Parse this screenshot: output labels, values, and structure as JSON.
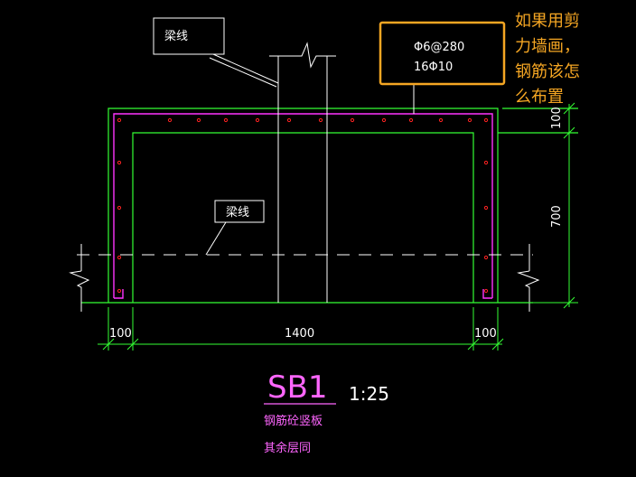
{
  "labels": {
    "beam_line_top": "梁线",
    "beam_line_mid": "梁线",
    "rebar_spec_1": "Φ6@280",
    "rebar_spec_2": "16Φ10",
    "dim_top": "100",
    "dim_side": "700",
    "dim_left": "100",
    "dim_mid": "1400",
    "dim_right": "100",
    "title": "SB1",
    "scale": "1:25",
    "subtitle_1": "钢筋砼竖板",
    "subtitle_2": "其余层同"
  },
  "question": {
    "lines": [
      "如果用剪",
      "力墙画，",
      "钢筋该怎",
      "么布置"
    ]
  },
  "colors": {
    "background": "#000000",
    "concrete_outline": "#33ff33",
    "rebar": "#ff33ff",
    "rebar_dots": "#ff2222",
    "annotation": "#ffffff",
    "highlight": "#f5a623",
    "title": "#ff66ff"
  }
}
